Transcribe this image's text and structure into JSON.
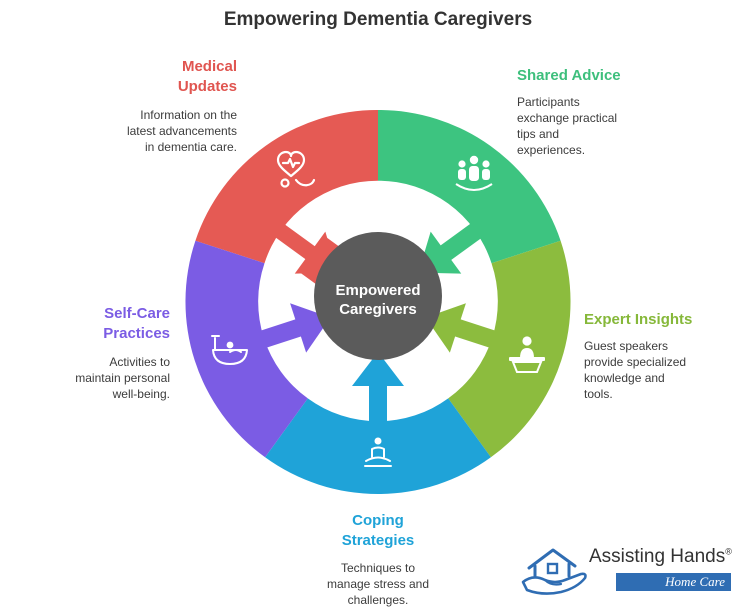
{
  "title": "Empowering Dementia Caregivers",
  "center": {
    "line1": "Empowered",
    "line2": "Caregivers"
  },
  "segments": {
    "medical": {
      "title_line1": "Medical",
      "title_line2": "Updates",
      "desc": [
        "Information on the",
        "latest advancements",
        "in dementia care."
      ],
      "icon": "heart-stethoscope-icon",
      "color": "#e55a54"
    },
    "shared": {
      "title": "Shared Advice",
      "desc": [
        "Participants",
        "exchange practical",
        "tips and",
        "experiences."
      ],
      "icon": "group-icon",
      "color": "#3dc480"
    },
    "expert": {
      "title": "Expert Insights",
      "desc": [
        "Guest speakers",
        "provide specialized",
        "knowledge and",
        "tools."
      ],
      "icon": "speaker-podium-icon",
      "color": "#8cbc3e"
    },
    "coping": {
      "title_line1": "Coping",
      "title_line2": "Strategies",
      "desc": [
        "Techniques to",
        "manage stress and",
        "challenges."
      ],
      "icon": "meditation-icon",
      "color": "#1fa3d8"
    },
    "selfcare": {
      "title_line1": "Self-Care",
      "title_line2": "Practices",
      "desc": [
        "Activities to",
        "maintain personal",
        "well-being."
      ],
      "icon": "bath-icon",
      "color": "#7b5ce4"
    }
  },
  "logo": {
    "name": "Assisting Hands",
    "mark": "®",
    "tagline": "Home Care"
  }
}
